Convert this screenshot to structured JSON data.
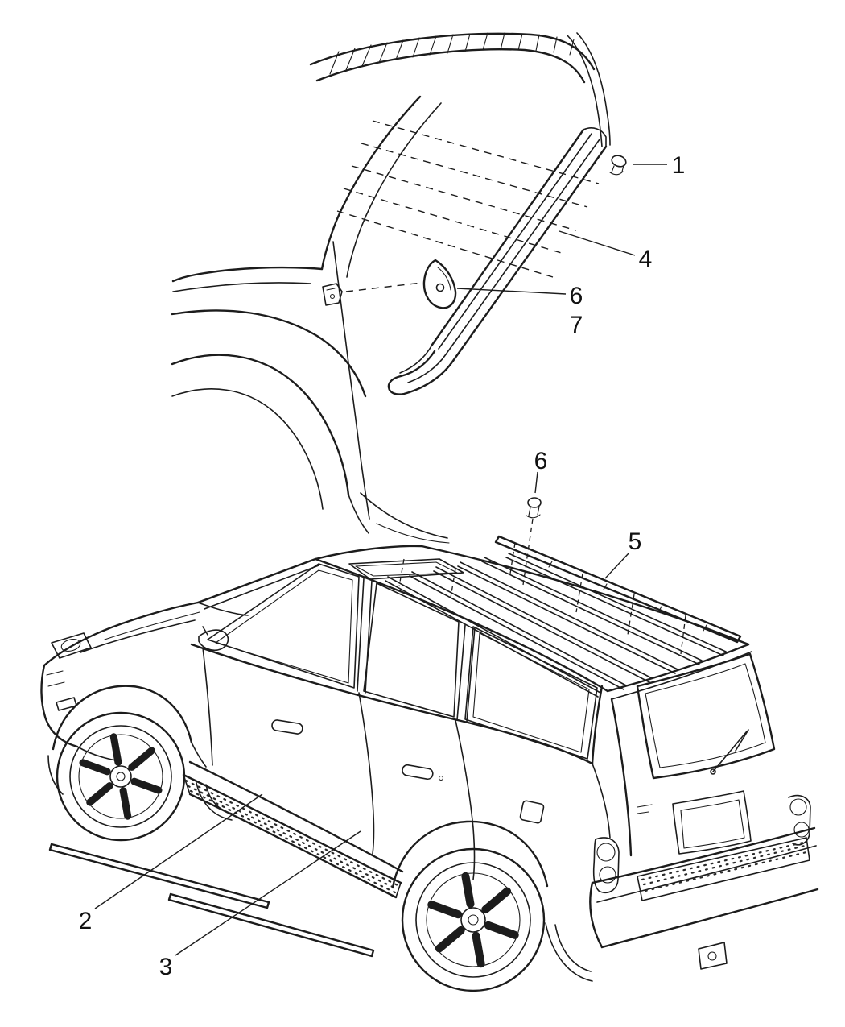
{
  "diagram": {
    "line_color": "#1c1c1c",
    "background_color": "#ffffff",
    "callouts": {
      "c1": {
        "label": "1"
      },
      "c4": {
        "label": "4"
      },
      "c6_top": {
        "label": "6"
      },
      "c7": {
        "label": "7"
      },
      "c6_roof": {
        "label": "6"
      },
      "c5": {
        "label": "5"
      },
      "c2": {
        "label": "2"
      },
      "c3": {
        "label": "3"
      }
    }
  }
}
